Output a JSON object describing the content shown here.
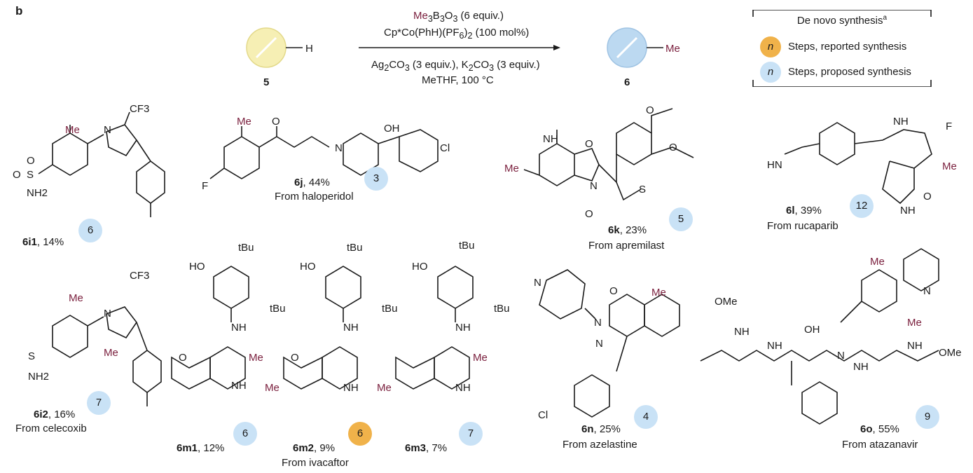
{
  "panel_label": "b",
  "reaction": {
    "reagent_line1_me": "Me",
    "reagent_line1_sub3a": "3",
    "reagent_line1_b": "B",
    "reagent_line1_sub3b": "3",
    "reagent_line1_o": "O",
    "reagent_line1_sub3c": "3",
    "reagent_line1_rest": " (6 equiv.)",
    "reagent_line2_a": "Cp*Co(PhH)(PF",
    "reagent_line2_sub": "6",
    "reagent_line2_b": ")",
    "reagent_line2_sub2": "2",
    "reagent_line2_c": " (100 mol%)",
    "cond_line1_a": "Ag",
    "cond_line1_sub1": "2",
    "cond_line1_b": "CO",
    "cond_line1_sub2": "3",
    "cond_line1_c": " (3 equiv.), K",
    "cond_line1_sub3": "2",
    "cond_line1_d": "CO",
    "cond_line1_sub4": "3",
    "cond_line1_e": " (3 equiv.)",
    "cond_line2": "MeTHF, 100 °C",
    "sm_label": "5",
    "sm_h": "H",
    "prod_label": "6",
    "prod_me": "Me"
  },
  "legend": {
    "title": "De novo synthesis",
    "title_sup": "a",
    "n_symbol": "n",
    "row1": "Steps, reported synthesis",
    "row2": "Steps, proposed synthesis"
  },
  "atoms": {
    "me": "Me",
    "cf3": "CF3",
    "n": "N",
    "nh": "NH",
    "nh2": "NH2",
    "h": "H",
    "o": "O",
    "s": "S",
    "f": "F",
    "cl": "Cl",
    "oh": "OH",
    "ho": "HO",
    "hn": "HN",
    "tbu": "tBu",
    "ome": "OMe"
  },
  "compounds": [
    {
      "id": "6i1",
      "yield": ", 14%",
      "source": "",
      "steps": "6",
      "type": "proposed"
    },
    {
      "id": "6j",
      "yield": ", 44%",
      "source": "From haloperidol",
      "steps": "3",
      "type": "proposed"
    },
    {
      "id": "6k",
      "yield": ", 23%",
      "source": "From apremilast",
      "steps": "5",
      "type": "proposed"
    },
    {
      "id": "6l",
      "yield": ", 39%",
      "source": "From rucaparib",
      "steps": "12",
      "type": "proposed"
    },
    {
      "id": "6i2",
      "yield": ", 16%",
      "source": "From celecoxib",
      "steps": "7",
      "type": "proposed"
    },
    {
      "id": "6m1",
      "yield": ", 12%",
      "source": "",
      "steps": "6",
      "type": "proposed"
    },
    {
      "id": "6m2",
      "yield": ", 9%",
      "source": "From ivacaftor",
      "steps": "6",
      "type": "reported"
    },
    {
      "id": "6m3",
      "yield": ", 7%",
      "source": "",
      "steps": "7",
      "type": "proposed"
    },
    {
      "id": "6n",
      "yield": ", 25%",
      "source": "From azelastine",
      "steps": "4",
      "type": "proposed"
    },
    {
      "id": "6o",
      "yield": ", 55%",
      "source": "From atazanavir",
      "steps": "9",
      "type": "proposed"
    }
  ],
  "colors": {
    "reported": "#f0b24a",
    "proposed": "#c9e2f6",
    "methyl": "#7a1f3d",
    "pill_yellow": "#f6efb4",
    "pill_blue": "#bcd9f1"
  }
}
